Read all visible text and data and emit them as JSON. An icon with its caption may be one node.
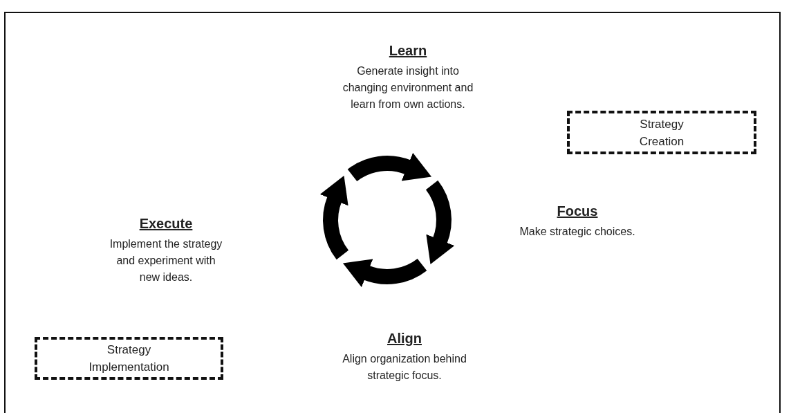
{
  "diagram": {
    "nodes": [
      {
        "text": [
          "Learn",
          "Generate insight into changing environment and learn from own actions."
        ]
      },
      {
        "text": [
          "Strategy Creation"
        ]
      },
      {
        "text": [
          "Focus",
          "Make strategic choices."
        ]
      },
      {
        "text": [
          "Execute",
          "Implement the strategy and experiment with new ideas."
        ]
      },
      {
        "text": [
          "Strategy Implementation"
        ]
      },
      {
        "text": [
          "Align",
          "Align organization behind strategic focus."
        ]
      }
    ]
  }
}
